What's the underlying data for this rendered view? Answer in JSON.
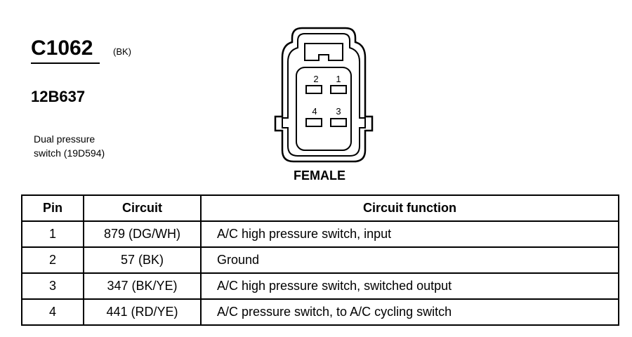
{
  "connector": {
    "code": "C1062",
    "color": "(BK)",
    "part_number": "12B637",
    "description_line1": "Dual pressure",
    "description_line2": "switch (19D594)",
    "gender": "FEMALE",
    "cavity_labels": [
      "2",
      "1",
      "4",
      "3"
    ]
  },
  "table": {
    "headers": {
      "pin": "Pin",
      "circuit": "Circuit",
      "function": "Circuit function"
    },
    "rows": [
      {
        "pin": "1",
        "circuit": "879 (DG/WH)",
        "function": "A/C high pressure switch, input"
      },
      {
        "pin": "2",
        "circuit": "57 (BK)",
        "function": "Ground"
      },
      {
        "pin": "3",
        "circuit": "347 (BK/YE)",
        "function": "A/C high pressure switch, switched output"
      },
      {
        "pin": "4",
        "circuit": "441 (RD/YE)",
        "function": "A/C pressure switch, to A/C cycling switch"
      }
    ]
  }
}
